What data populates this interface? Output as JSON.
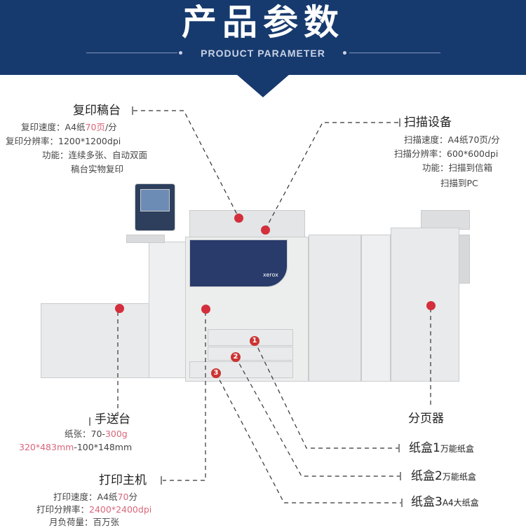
{
  "header": {
    "title": "产品参数",
    "subtitle": "PRODUCT PARAMETER",
    "color": "#173a6e"
  },
  "copy_platen": {
    "title": "复印稿台",
    "lines": [
      {
        "label": "复印速度：",
        "value": "A4纸",
        "hl": "70页",
        "tail": "/分"
      },
      {
        "label": "复印分辨率：",
        "value": "1200*1200dpi"
      },
      {
        "label": "功能：",
        "value": "连续多张、自动双面"
      },
      {
        "value": "稿台实物复印"
      }
    ]
  },
  "scanner": {
    "title": "扫描设备",
    "lines": [
      {
        "label": "扫描速度：",
        "value": "A4纸70页/分"
      },
      {
        "label": "扫描分辨率：",
        "value": "600*600dpi"
      },
      {
        "label": "功能：",
        "value": "扫描到信箱"
      },
      {
        "value": "扫描到PC"
      }
    ]
  },
  "bypass": {
    "title": "手送台",
    "paper_label": "纸张：",
    "paper_from": "70-",
    "paper_to": "300g",
    "size_hl": "320*483mm",
    "size_rest": "-100*148mm"
  },
  "main_unit": {
    "title": "打印主机",
    "lines": [
      {
        "label": "打印速度：",
        "value": "A4纸",
        "hl": "70",
        "tail": "分"
      },
      {
        "label": "打印分辨率：",
        "hl": "2400*2400dpi"
      },
      {
        "label": "月负荷量：",
        "value": "百万张"
      }
    ]
  },
  "finisher": {
    "title": "分页器"
  },
  "trays": [
    {
      "title": "纸盒1",
      "sub": "万能纸盒",
      "num": "1"
    },
    {
      "title": "纸盒2",
      "sub": "万能纸盒",
      "num": "2"
    },
    {
      "title": "纸盒3",
      "sub": "A4大纸盒",
      "num": "3"
    }
  ],
  "machine": {
    "brand": "xerox"
  },
  "accent": "#d32f3c"
}
